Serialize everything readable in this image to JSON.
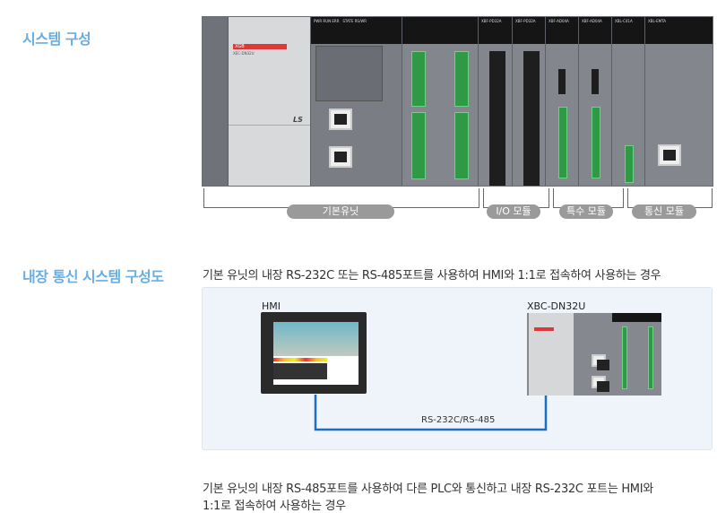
{
  "sections": {
    "system": {
      "title": "시스템 구성"
    },
    "comm": {
      "title": "내장 통신 시스템 구성도"
    }
  },
  "plc": {
    "brand": "XGB",
    "model": "XEC-DN32U",
    "logo": "LS",
    "leds_left": "PWR RUN ERR",
    "leds_right": "STATE RS/WR",
    "modules": [
      "XBF-PD32A",
      "XBF-PD32A",
      "XBF-AD04A",
      "XBF-AD04A",
      "XBL-C41A",
      "XBL-EMTA"
    ]
  },
  "groups": [
    "기본유닛",
    "I/O 모듈",
    "특수 모듈",
    "통신 모듈"
  ],
  "case1": {
    "description": "기본 유닛의 내장 RS-232C 또는 RS-485포트를 사용하여 HMI와 1:1로 접속하여 사용하는 경우",
    "hmi_label": "HMI",
    "plc_label": "XBC-DN32U",
    "cable_label": "RS-232C/RS-485"
  },
  "case2": {
    "line1": "기본 유닛의 내장 RS-485포트를 사용하여 다른 PLC와 통신하고 내장 RS-232C 포트는 HMI와",
    "line2": "1:1로 접속하여 사용하는 경우"
  },
  "colors": {
    "heading": "#6aaee0",
    "cable": "#1a6fc4",
    "panel_bg": "#eef4fa"
  }
}
